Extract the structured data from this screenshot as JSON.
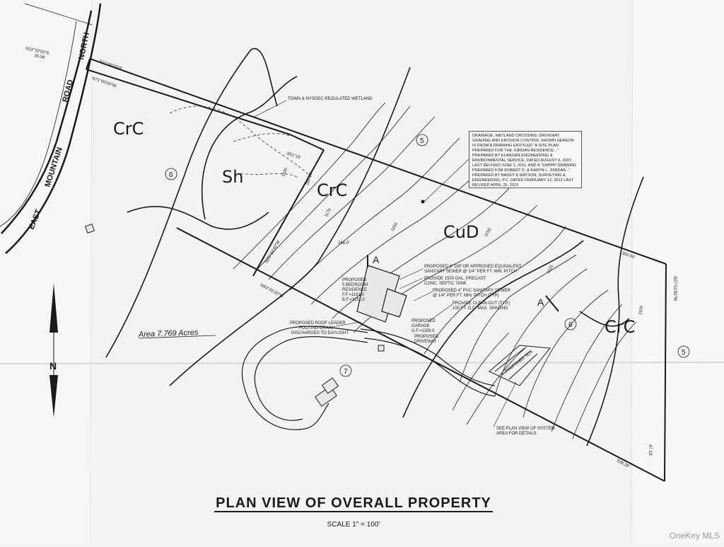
{
  "title": "PLAN VIEW OF OVERALL PROPERTY",
  "scale": "SCALE  1\" = 100'",
  "watermark": "OneKey MLS",
  "road": {
    "name_1": "EAST",
    "name_2": "MOUNTAIN",
    "name_3": "ROAD",
    "name_4": "NORTH"
  },
  "bearings": {
    "road_frontage_bearing": "N22°32'00\"E",
    "road_frontage_length": "30.06'",
    "north_line_1": "S71°00'00\"E",
    "north_line_2": "N71°00'00\"W",
    "interior_bearing": "N25°34'40\"W",
    "interior_length": "284.00'",
    "interior_south": "S51°15'",
    "south_line": "N63°25'20\"W",
    "east_length": "1350.00'",
    "east_bearing": "S07°01'90\"W",
    "south_east_length": "938.28'",
    "east_small": "47.13'",
    "offset": "248.0'"
  },
  "soils": [
    "CrC",
    "Sh",
    "CrC",
    "CuD",
    "CrC"
  ],
  "zones": [
    "5",
    "6",
    "6",
    "7",
    "5"
  ],
  "contours": [
    "1175",
    "1150",
    "1150",
    "1125",
    "1100",
    "1100"
  ],
  "area_label": "Area 7.769 Acres",
  "wetland_label": "TOWN & NYSDEC REGULATED WETLAND",
  "section_marks": [
    "A",
    "A"
  ],
  "notes": {
    "drainage": "DRAINAGE, WETLAND CROSSING, DRIVEWAY GRADING AND EROSION CONTROL SHOWN HEREON IS FROM A DRAWING ENTITLED \"A SITE PLAN PREPARED FOR THE JORDAN RESIDENCE...\" PREPARED BY ELANGAN ENGINEERING & ENVIRONMENTAL SERVICE, DATED AUGUST 6, 2007, LAST REVISED JUNE 1, 2011. AND A \"SWPPP DRAWING PREPARED FOR ROBERT D. & KARYN L. JORDAN...\" PREPARED BY BADEY & WATSON, SURVEYING & ENGINEERING, P.C. DATED FEBRUARY 12, 2013 LAST REVISED APRIL 25, 2013",
    "residence": [
      "PROPOSED",
      "5 BEDROOM",
      "RESIDENCE",
      "F.F.=1161.0",
      "B.F.=1151.0"
    ],
    "roof_leader": [
      "PROPOSED ROOF LEADER",
      "FOOTING DRAIN",
      "DISCHARGED TO DAYLIGHT"
    ],
    "sewer_dip": [
      "PROPOSED 4\" DIP OR APPROVED EQUIVALENT",
      "SANITARY SEWER @ 1/4\" PER FT. MIN. PITCH"
    ],
    "septic": [
      "PROVIDE 1500 GAL. PRECAST",
      "CONC. SEPTIC TANK"
    ],
    "sewer_pvc": [
      "PROPOSED 4\" PVC SANITARY SEWER",
      "@ 1/4\" PER FT. MIN. PITCH (TYP)"
    ],
    "cleanout": [
      "PROVIDE CLEAN-OUT (TYP.)",
      "100 FT. O.C. MAX. SPACING"
    ],
    "garage": [
      "PROPOSED",
      "GARAGE",
      "G.F.=1159.0"
    ],
    "driveway": [
      "PROPOSED",
      "DRIVEWAY"
    ],
    "system": [
      "SEE PLAN VIEW OF SYSTEM",
      "AREA FOR DETAILS"
    ],
    "sds": "PROPOSED SDS"
  }
}
